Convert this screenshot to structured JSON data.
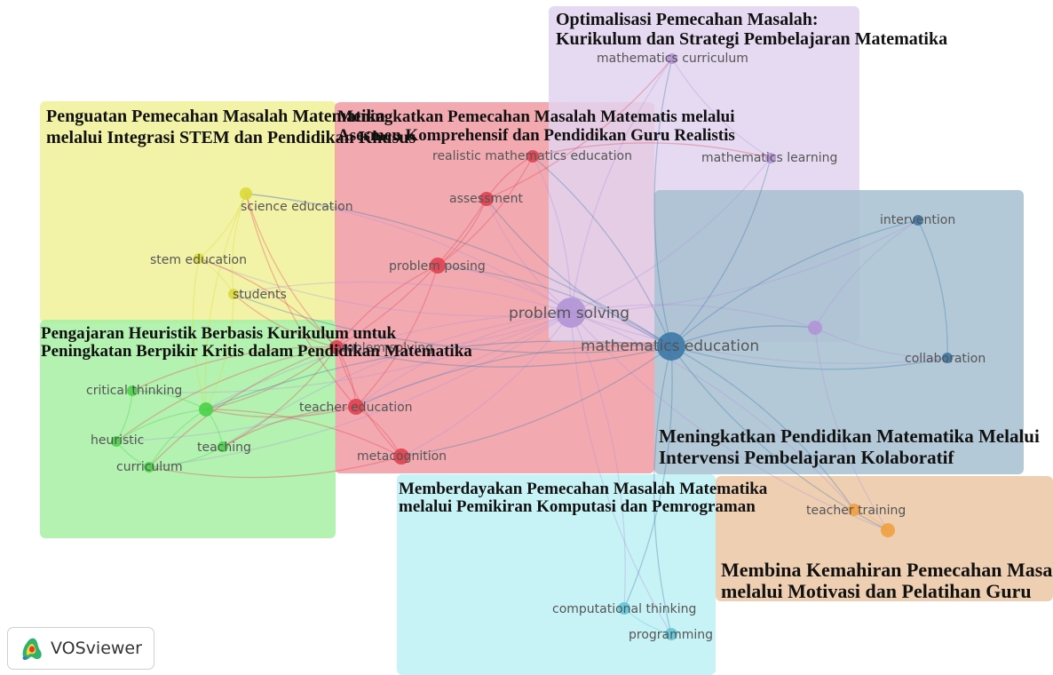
{
  "app": {
    "brand": "VOSviewer"
  },
  "clusters": [
    {
      "id": "yellow",
      "color": "#f1f199",
      "title": [
        "Penguatan Pemecahan Masalah Matematika",
        "melalui Integrasi STEM dan Pendidikan Khusus"
      ]
    },
    {
      "id": "red",
      "color": "#f19aa2",
      "title": [
        "Meningkatkan Pemecahan Masalah Matematis melalui",
        "Asesmen Komprehensif dan Pendidikan Guru Realistis"
      ]
    },
    {
      "id": "purple",
      "color": "#e2d4f0",
      "title": [
        "Optimalisasi Pemecahan Masalah:",
        "Kurikulum dan Strategi Pembelajaran Matematika"
      ]
    },
    {
      "id": "blue",
      "color": "#a6bfd0",
      "title": [
        "Meningkatkan Pendidikan Matematika Melalui",
        "Intervensi Pembelajaran Kolaboratif"
      ]
    },
    {
      "id": "green",
      "color": "#a6f0a2",
      "title": [
        "Pengajaran Heuristik Berbasis Kurikulum untuk",
        "Peningkatan Berpikir Kritis dalam Pendidikan Matematika"
      ]
    },
    {
      "id": "cyan",
      "color": "#bef1f5",
      "title": [
        "Memberdayakan Pemecahan Masalah Matematika",
        "melalui Pemikiran Komputasi dan Pemrograman"
      ]
    },
    {
      "id": "orange",
      "color": "#ecc7a4",
      "title": [
        "Membina Kemahiran Pemecahan Masalah",
        "melalui Motivasi dan Pelatihan Guru"
      ]
    }
  ],
  "colors": {
    "yellow": "#d9d93a",
    "red": "#e0404f",
    "purple": "#b394d6",
    "blue": "#3d78a6",
    "green": "#4ad14a",
    "cyan": "#5fc8d8",
    "orange": "#f0a040",
    "label": "#555555"
  },
  "nodes": [
    {
      "label": "mathematics curriculum",
      "cluster": "purple"
    },
    {
      "label": "mathematics learning",
      "cluster": "purple"
    },
    {
      "label": "",
      "cluster": "purple"
    },
    {
      "label": "realistic mathematics education",
      "cluster": "red"
    },
    {
      "label": "assessment",
      "cluster": "red"
    },
    {
      "label": "problem posing",
      "cluster": "red"
    },
    {
      "label": "problem solving",
      "cluster": "purple"
    },
    {
      "label": "problem solving",
      "cluster": "red"
    },
    {
      "label": "teacher education",
      "cluster": "red"
    },
    {
      "label": "metacognition",
      "cluster": "red"
    },
    {
      "label": "science education",
      "cluster": "yellow"
    },
    {
      "label": "stem education",
      "cluster": "yellow"
    },
    {
      "label": "students",
      "cluster": "yellow"
    },
    {
      "label": "critical thinking",
      "cluster": "green"
    },
    {
      "label": "",
      "cluster": "green"
    },
    {
      "label": "heuristic",
      "cluster": "green"
    },
    {
      "label": "teaching",
      "cluster": "green"
    },
    {
      "label": "curriculum",
      "cluster": "green"
    },
    {
      "label": "intervention",
      "cluster": "blue"
    },
    {
      "label": "mathematics education",
      "cluster": "blue"
    },
    {
      "label": "collaboration",
      "cluster": "blue"
    },
    {
      "label": "teacher training",
      "cluster": "orange"
    },
    {
      "label": "",
      "cluster": "orange"
    },
    {
      "label": "computational thinking",
      "cluster": "cyan"
    },
    {
      "label": "programming",
      "cluster": "cyan"
    }
  ]
}
